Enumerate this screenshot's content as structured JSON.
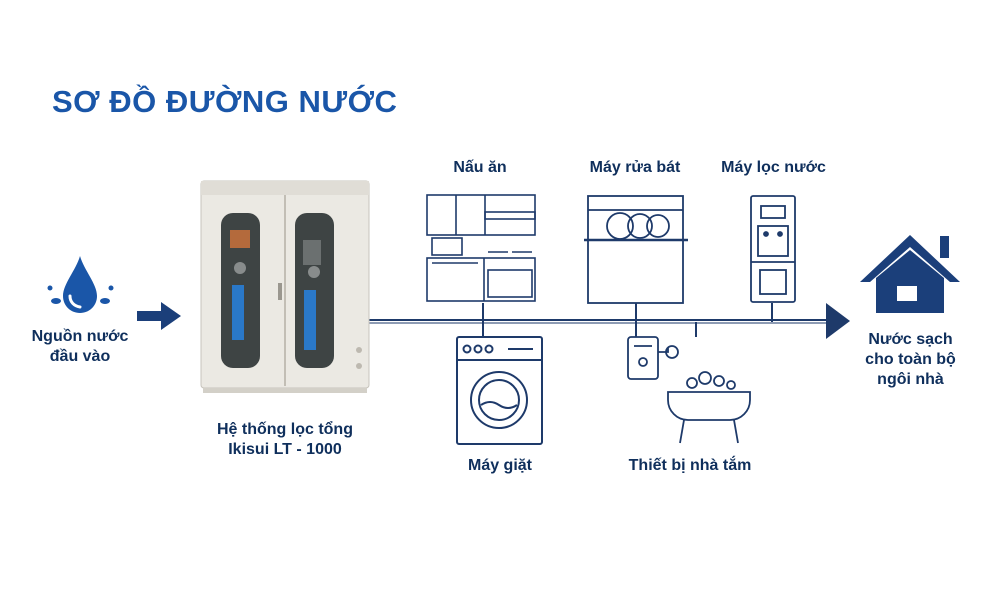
{
  "title": "SƠ ĐỒ ĐƯỜNG NƯỚC",
  "colors": {
    "primary": "#1a56a8",
    "navy": "#1b3f7a",
    "line": "#1e3a6a",
    "text": "#0f2f5c",
    "cabinet": "#ebe9e3"
  },
  "source": {
    "label_line1": "Nguồn nước",
    "label_line2": "đầu vào",
    "icon": "water-drop-icon"
  },
  "filter": {
    "label_line1": "Hệ thống lọc tổng",
    "label_line2": "Ikisui LT - 1000"
  },
  "outputs_top": [
    {
      "label": "Nấu ăn",
      "icon": "kitchen-icon"
    },
    {
      "label": "Máy rửa bát",
      "icon": "dishwasher-icon"
    },
    {
      "label": "Máy lọc nước",
      "icon": "water-purifier-icon"
    }
  ],
  "outputs_bottom": [
    {
      "label": "Máy giặt",
      "icon": "washing-machine-icon"
    },
    {
      "label": "Thiết bị nhà tắm",
      "icon": "bathroom-icon"
    }
  ],
  "destination": {
    "label_line1": "Nước sạch",
    "label_line2": "cho toàn bộ",
    "label_line3": "ngôi nhà",
    "icon": "house-icon"
  }
}
